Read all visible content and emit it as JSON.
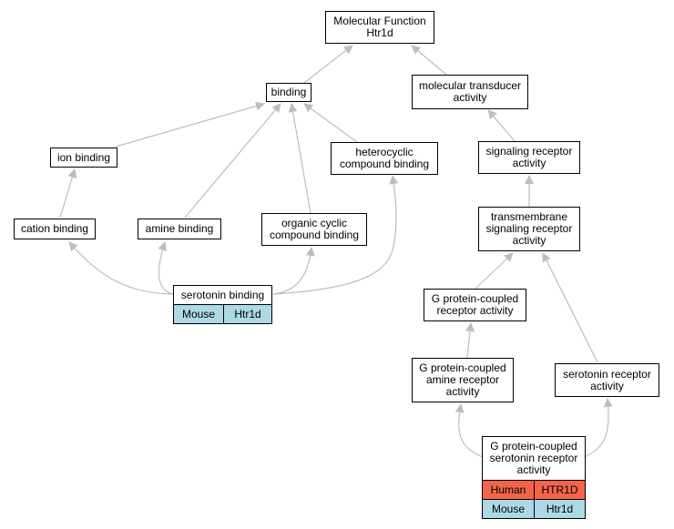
{
  "colors": {
    "edge": "#bdbdbd",
    "mouse": "#add8e6",
    "human": "#f4644b"
  },
  "nodes": {
    "mf": "Molecular Function\nHtr1d",
    "binding": "binding",
    "mta": "molecular transducer\nactivity",
    "ion": "ion binding",
    "hcb": "heterocyclic\ncompound binding",
    "sra": "signaling receptor\nactivity",
    "cation": "cation binding",
    "amine": "amine binding",
    "occb": "organic cyclic\ncompound binding",
    "tsra": "transmembrane\nsignaling receptor\nactivity",
    "sb": "serotonin binding",
    "gpcr": "G protein-coupled\nreceptor activity",
    "gpcar": "G protein-coupled\namine receptor\nactivity",
    "sra2": "serotonin receptor\nactivity",
    "gpcsr": "G protein-coupled\nserotonin receptor\nactivity"
  },
  "annotations": {
    "sb": [
      {
        "species": "Mouse",
        "gene": "Htr1d"
      }
    ],
    "gpcsr": [
      {
        "species": "Human",
        "gene": "HTR1D"
      },
      {
        "species": "Mouse",
        "gene": "Htr1d"
      }
    ]
  }
}
